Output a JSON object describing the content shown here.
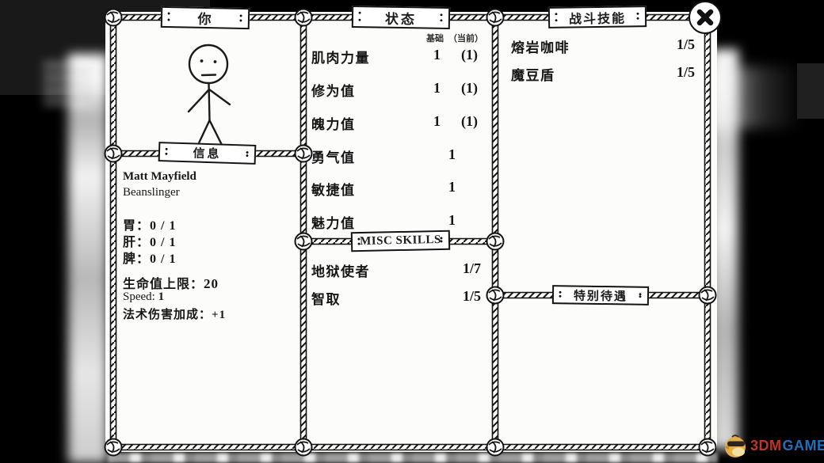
{
  "signs": {
    "you": "你",
    "status": "状态",
    "combat": "战斗技能",
    "info": "信息",
    "misc": "MISC SKILLS",
    "perks": "特别待遇"
  },
  "status_panel": {
    "col_base": "基础",
    "col_current": "（当前）",
    "rows": [
      {
        "label": "肌肉力量",
        "base": "1",
        "current": "(1)"
      },
      {
        "label": "修为值",
        "base": "1",
        "current": "(1)"
      },
      {
        "label": "魄力值",
        "base": "1",
        "current": "(1)"
      },
      {
        "label": "勇气值",
        "solo": "1"
      },
      {
        "label": "敏捷值",
        "solo": "1"
      },
      {
        "label": "魅力值",
        "solo": "1"
      }
    ]
  },
  "misc_panel": {
    "rows": [
      {
        "label": "地狱使者",
        "value": "1/7"
      },
      {
        "label": "智取",
        "value": "1/5"
      }
    ]
  },
  "combat_panel": {
    "rows": [
      {
        "label": "熔岩咖啡",
        "value": "1/5"
      },
      {
        "label": "魔豆盾",
        "value": "1/5"
      }
    ]
  },
  "info_panel": {
    "name": "Matt Mayfield",
    "title": "Beanslinger",
    "organs": [
      {
        "label": "胃：",
        "value": "0 / 1"
      },
      {
        "label": "肝：",
        "value": "0 / 1"
      },
      {
        "label": "脾：",
        "value": "0 / 1"
      }
    ],
    "hp_label": "生命值上限：",
    "hp_value": "20",
    "speed_label": "Speed:",
    "speed_value": "1",
    "spell_label": "法术伤害加成：",
    "spell_value": "+1"
  },
  "watermark": {
    "part_red": "3DM",
    "part_blue": "GAME"
  },
  "colors": {
    "watermark_red": "#c13427",
    "watermark_blue": "#1e6fb8",
    "paper": "#fcfcfb",
    "ink": "#161616"
  }
}
